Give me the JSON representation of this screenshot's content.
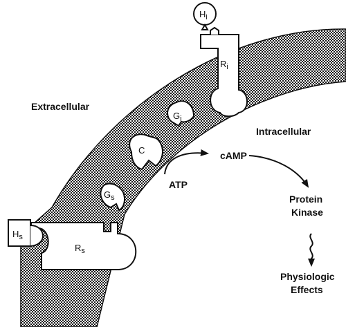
{
  "regions": {
    "extracellular": "Extracellular",
    "intracellular": "Intracellular"
  },
  "components": {
    "hi": {
      "base": "H",
      "sub": "i"
    },
    "ri": {
      "base": "R",
      "sub": "i"
    },
    "gi": {
      "base": "G",
      "sub": "i"
    },
    "c": {
      "base": "C"
    },
    "gs": {
      "base": "G",
      "sub": "s"
    },
    "hs": {
      "base": "H",
      "sub": "s"
    },
    "rs": {
      "base": "R",
      "sub": "s"
    }
  },
  "pathway": {
    "atp": "ATP",
    "camp": "cAMP",
    "protein_kinase": [
      "Protein",
      "Kinase"
    ],
    "effects": [
      "Physiologic",
      "Effects"
    ]
  },
  "colors": {
    "ink": "#111111",
    "membrane_dot": "#1a1a1a",
    "background": "#ffffff"
  }
}
